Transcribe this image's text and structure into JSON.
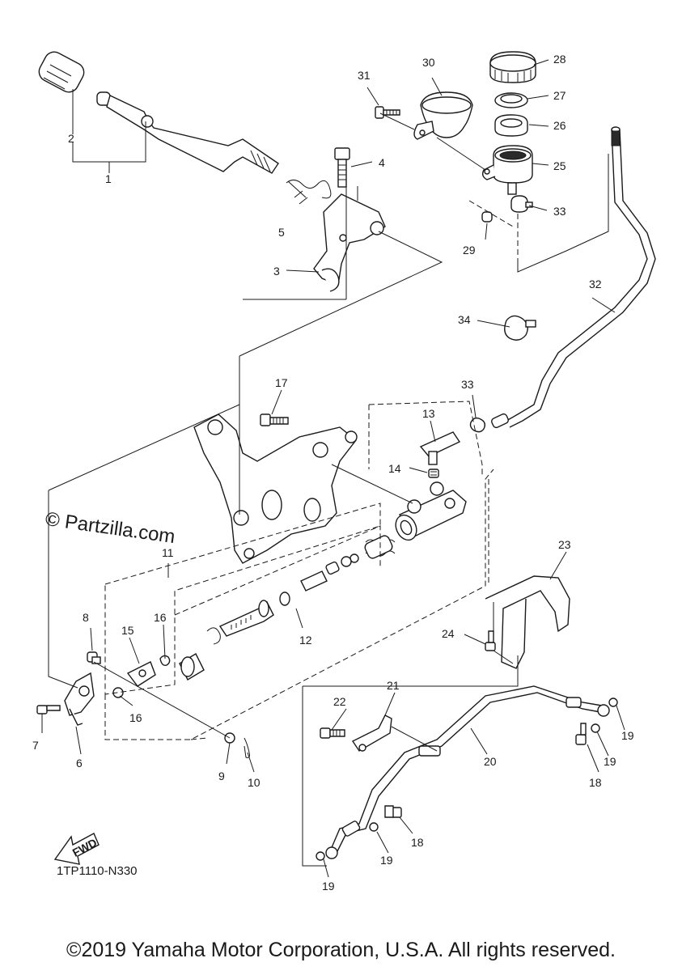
{
  "diagram": {
    "callouts": [
      "1",
      "2",
      "3",
      "4",
      "5",
      "6",
      "7",
      "8",
      "9",
      "10",
      "11",
      "12",
      "13",
      "14",
      "15",
      "16",
      "16",
      "17",
      "18",
      "18",
      "19",
      "19",
      "19",
      "19",
      "20",
      "21",
      "22",
      "23",
      "24",
      "25",
      "26",
      "27",
      "28",
      "29",
      "30",
      "31",
      "32",
      "33",
      "33",
      "34"
    ],
    "drawing_code": "1TP1110-N330",
    "fwd_label": "FWD",
    "watermark": "© Partzilla.com",
    "copyright": "©2019 Yamaha Motor Corporation, U.S.A. All rights reserved."
  }
}
